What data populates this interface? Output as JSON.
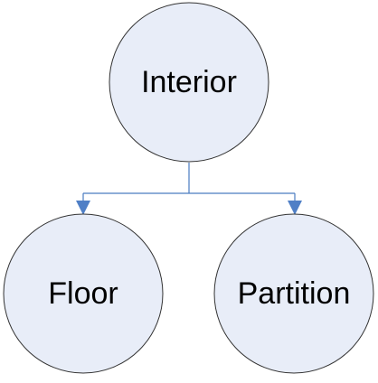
{
  "diagram": {
    "nodes": {
      "root": {
        "label": "Interior"
      },
      "left": {
        "label": "Floor"
      },
      "right": {
        "label": "Partition"
      }
    },
    "colors": {
      "node_fill": "#e8edf8",
      "node_stroke": "#333333",
      "connector": "#4a7cc0",
      "arrowhead": "#4f7fc6"
    }
  }
}
